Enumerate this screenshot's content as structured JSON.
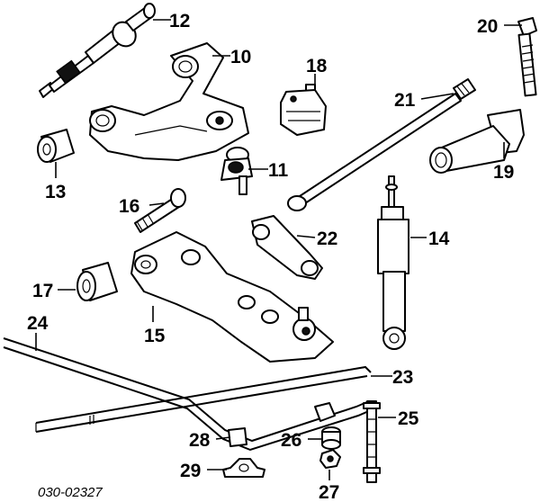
{
  "diagram": {
    "document_number": "030-02327",
    "callouts": [
      {
        "id": "c12",
        "label": "12"
      },
      {
        "id": "c10",
        "label": "10"
      },
      {
        "id": "c20",
        "label": "20"
      },
      {
        "id": "c18",
        "label": "18"
      },
      {
        "id": "c21",
        "label": "21"
      },
      {
        "id": "c11",
        "label": "11"
      },
      {
        "id": "c13",
        "label": "13"
      },
      {
        "id": "c19",
        "label": "19"
      },
      {
        "id": "c16",
        "label": "16"
      },
      {
        "id": "c22",
        "label": "22"
      },
      {
        "id": "c14",
        "label": "14"
      },
      {
        "id": "c17",
        "label": "17"
      },
      {
        "id": "c24",
        "label": "24"
      },
      {
        "id": "c15",
        "label": "15"
      },
      {
        "id": "c23",
        "label": "23"
      },
      {
        "id": "c25",
        "label": "25"
      },
      {
        "id": "c28",
        "label": "28"
      },
      {
        "id": "c26",
        "label": "26"
      },
      {
        "id": "c29",
        "label": "29"
      },
      {
        "id": "c27",
        "label": "27"
      }
    ]
  }
}
